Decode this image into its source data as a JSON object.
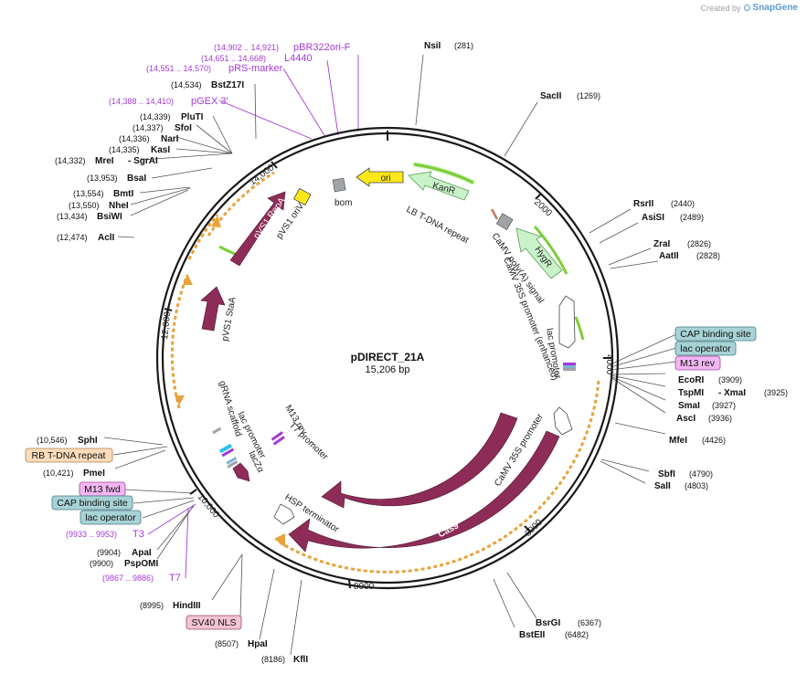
{
  "credit": {
    "prefix": "Created by",
    "brand": "SnapGene"
  },
  "plasmid": {
    "name": "pDIRECT_21A",
    "size": "15,206 bp"
  },
  "ticks": [
    "2000",
    "4000",
    "6000",
    "8000",
    "10,000",
    "12,000",
    "14,000"
  ],
  "enzymes": [
    {
      "name": "NsiI",
      "pos": "(281)"
    },
    {
      "name": "SacII",
      "pos": "(1269)"
    },
    {
      "name": "RsrII",
      "pos": "(2440)"
    },
    {
      "name": "AsiSI",
      "pos": "(2489)"
    },
    {
      "name": "ZraI",
      "pos": "(2826)"
    },
    {
      "name": "AatII",
      "pos": "(2828)"
    },
    {
      "name": "EcoRI",
      "pos": "(3909)"
    },
    {
      "name": "TspMI",
      "pos": "(3925)"
    },
    {
      "name": "- XmaI",
      "pos": ""
    },
    {
      "name": "SmaI",
      "pos": "(3927)"
    },
    {
      "name": "AscI",
      "pos": "(3936)"
    },
    {
      "name": "MfeI",
      "pos": "(4426)"
    },
    {
      "name": "SbfI",
      "pos": "(4790)"
    },
    {
      "name": "SalI",
      "pos": "(4803)"
    },
    {
      "name": "BsrGI",
      "pos": "(6367)"
    },
    {
      "name": "BstEII",
      "pos": "(6482)"
    },
    {
      "name": "KflI",
      "pos": "(8186)"
    },
    {
      "name": "HpaI",
      "pos": "(8507)"
    },
    {
      "name": "HindIII",
      "pos": "(8995)"
    },
    {
      "name": "PspOMI",
      "pos": "(9900)"
    },
    {
      "name": "ApaI",
      "pos": "(9904)"
    },
    {
      "name": "PmeI",
      "pos": "(10,421)"
    },
    {
      "name": "SphI",
      "pos": "(10,546)"
    },
    {
      "name": "AclI",
      "pos": "(12,474)"
    },
    {
      "name": "BsiWI",
      "pos": "(13,434)"
    },
    {
      "name": "NheI",
      "pos": "(13,550)"
    },
    {
      "name": "BmtI",
      "pos": "(13,554)"
    },
    {
      "name": "BsaI",
      "pos": "(13,953)"
    },
    {
      "name": "MreI",
      "pos": "(14,332)"
    },
    {
      "name": "- SgrAI",
      "pos": ""
    },
    {
      "name": "KasI",
      "pos": "(14,335)"
    },
    {
      "name": "NarI",
      "pos": "(14,336)"
    },
    {
      "name": "SfoI",
      "pos": "(14,337)"
    },
    {
      "name": "PluTI",
      "pos": "(14,339)"
    },
    {
      "name": "BstZ17I",
      "pos": "(14,534)"
    }
  ],
  "primers": [
    {
      "name": "pBR322ori-F",
      "pos": "(14,902 .. 14,921)"
    },
    {
      "name": "L4440",
      "pos": "(14,651 .. 14,668)"
    },
    {
      "name": "pRS-marker",
      "pos": "(14,551 .. 14,570)"
    },
    {
      "name": "pGEX 3'",
      "pos": "(14,388 .. 14,410)"
    },
    {
      "name": "T3",
      "pos": "(9933 .. 9953)"
    },
    {
      "name": "T7",
      "pos": "(9867 .. 9886)"
    }
  ],
  "boxed_features": [
    {
      "name": "CAP binding site"
    },
    {
      "name": "lac operator"
    },
    {
      "name": "M13 rev"
    },
    {
      "name": "RB T-DNA repeat"
    },
    {
      "name": "M13 fwd"
    },
    {
      "name": "CAP binding site"
    },
    {
      "name": "lac operator"
    },
    {
      "name": "SV40 NLS"
    }
  ],
  "features": {
    "ori": "ori",
    "kanr": "KanR",
    "hygr": "HygR",
    "bom": "bom",
    "pvs1_oriv": "pVS1 oriV",
    "pvs1_repa": "pVS1 RepA",
    "pvs1_staa": "pVS1 StaA",
    "lb_repeat": "LB T-DNA repeat",
    "camv_polya": "CaMV poly(A) signal",
    "camv_35s_enh": "CaMV 35S promoter (enhanced)",
    "lac_promoter_r": "lac promoter",
    "camv_35s": "CaMV 35S promoter",
    "cas9_a": "Cas9",
    "cas9_b": "Cas9",
    "hsp_term": "HSP terminator",
    "m13_rev": "M13 rev",
    "t7_promoter": "T7 promoter",
    "lac_promoter_l": "lac promoter",
    "lacza": "lacZα",
    "grna": "gRNA scaffold"
  },
  "colors": {
    "backbone": "#1a1a1a",
    "cas9": "#8e2c58",
    "resistance": "#c9f2c9",
    "resistance_glow": "#7ccf3a",
    "ori": "#ffe81a",
    "bom": "#a0a4a8",
    "orf_dashed": "#e8a23a",
    "primer": "#a33ad8",
    "cap_box": "#a7d2d6",
    "lac_box": "#a7d2d6",
    "m13_box": "#f2b6f2",
    "rb_box": "#fbdcbb",
    "nls_box": "#f3c4d4",
    "promoter": "#ffffff",
    "gray_marker": "#a0a4a8"
  }
}
